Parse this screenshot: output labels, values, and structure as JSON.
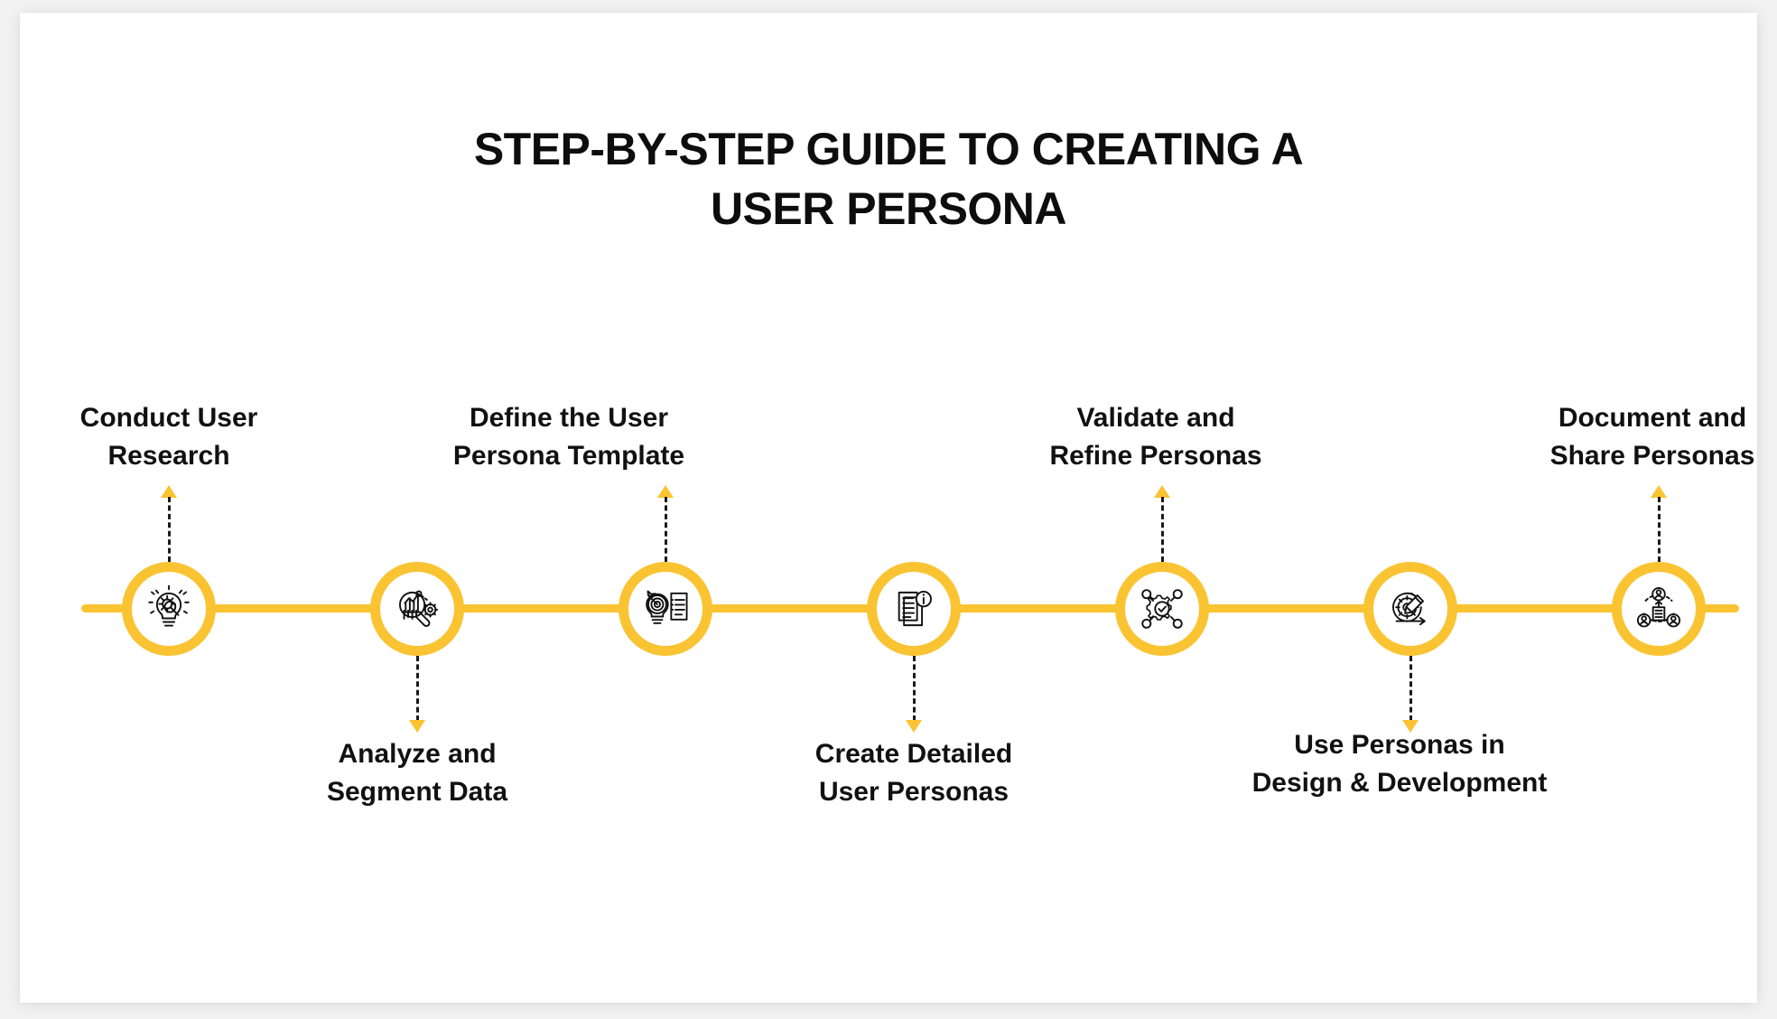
{
  "header": {
    "title": "STEP-BY-STEP GUIDE TO CREATING A\nUSER PERSONA"
  },
  "theme": {
    "accent": "#FAC332",
    "text": "#111111",
    "background": "#FFFFFF",
    "page_background": "#F2F2F2",
    "dash_color": "#1A1A1A"
  },
  "timeline": {
    "orientation": "horizontal",
    "step_count": 7,
    "steps": [
      {
        "index": 1,
        "label": "Conduct User\nResearch",
        "position": "above",
        "icon": "lightbulb-gear-magnifier-icon"
      },
      {
        "index": 2,
        "label": "Analyze and\nSegment Data",
        "position": "below",
        "icon": "magnifier-bar-chart-gear-icon"
      },
      {
        "index": 3,
        "label": "Define the User\nPersona Template",
        "position": "above",
        "icon": "target-lightbulb-document-icon"
      },
      {
        "index": 4,
        "label": "Create Detailed\nUser Personas",
        "position": "below",
        "icon": "document-info-icon"
      },
      {
        "index": 5,
        "label": "Validate and\nRefine Personas",
        "position": "above",
        "icon": "gear-check-network-icon"
      },
      {
        "index": 6,
        "label": "Use Personas in\nDesign & Development",
        "position": "below",
        "icon": "gear-pencil-agile-icon"
      },
      {
        "index": 7,
        "label": "Document and\nShare Personas",
        "position": "above",
        "icon": "people-share-network-icon"
      }
    ]
  }
}
